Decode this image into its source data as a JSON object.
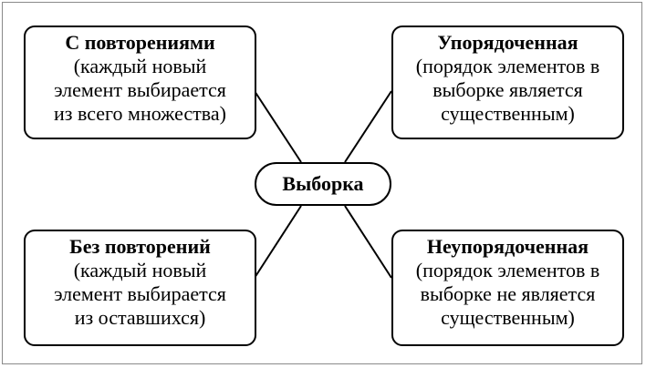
{
  "center": {
    "label": "Выборка"
  },
  "nodes": {
    "top_left": {
      "title": "С повторениями",
      "desc": [
        "(каждый новый",
        "элемент выбирается",
        "из всего множества)"
      ]
    },
    "top_right": {
      "title": "Упорядоченная",
      "desc": [
        "(порядок элементов в",
        "выборке является",
        "существенным)"
      ]
    },
    "bottom_left": {
      "title": "Без повторений",
      "desc": [
        "(каждый новый",
        "элемент выбирается",
        "из оставшихся)"
      ]
    },
    "bottom_right": {
      "title": "Неупорядоченная",
      "desc": [
        "(порядок элементов в",
        "выборке не является",
        "существенным)"
      ]
    }
  },
  "colors": {
    "stroke": "#000000",
    "frame": "#8a8a8a",
    "background": "#ffffff"
  }
}
